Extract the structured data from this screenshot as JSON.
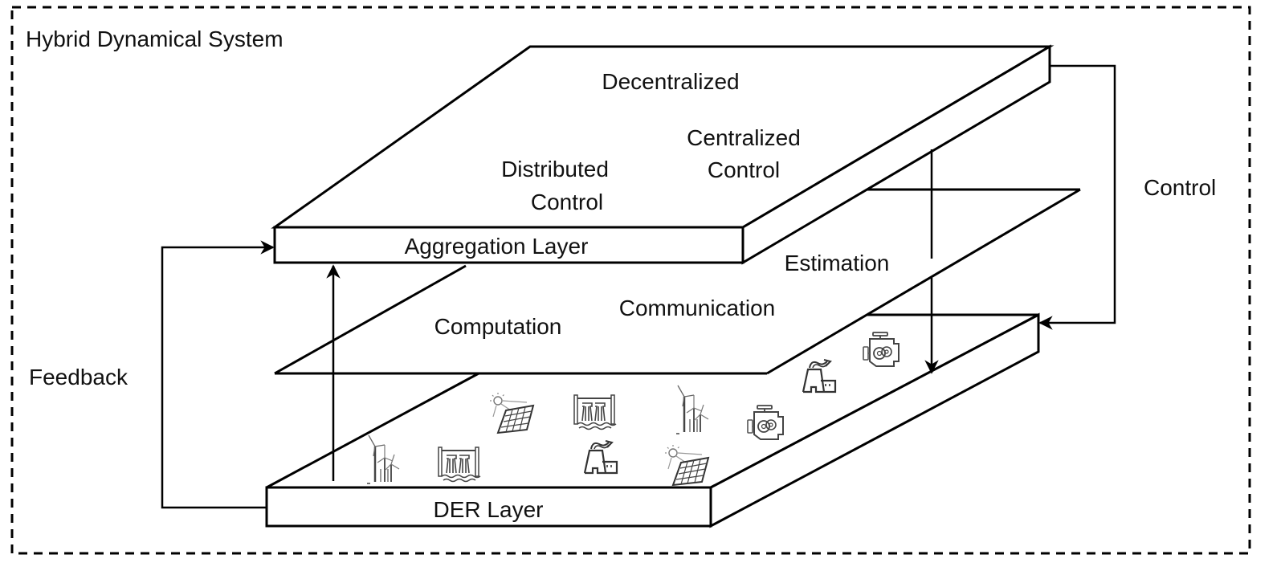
{
  "title": "Hybrid Dynamical System",
  "layers": {
    "top": {
      "label": "Aggregation Layer"
    },
    "bottom": {
      "label": "DER Layer"
    }
  },
  "top_surface_labels": {
    "decentralized": "Decentralized",
    "centralized": [
      "Centralized",
      "Control"
    ],
    "distributed": [
      "Distributed",
      "Control"
    ]
  },
  "middle_plane_labels": {
    "computation": "Computation",
    "communication": "Communication",
    "estimation": "Estimation"
  },
  "loops": {
    "feedback": "Feedback",
    "control": "Control"
  },
  "der_icons": [
    "wind-turbines-icon",
    "hydro-dam-icon",
    "solar-panel-icon",
    "hydro-dam-icon",
    "power-plant-icon",
    "solar-panel-icon",
    "wind-turbines-icon",
    "engine-generator-icon",
    "power-plant-icon",
    "engine-generator-icon"
  ]
}
